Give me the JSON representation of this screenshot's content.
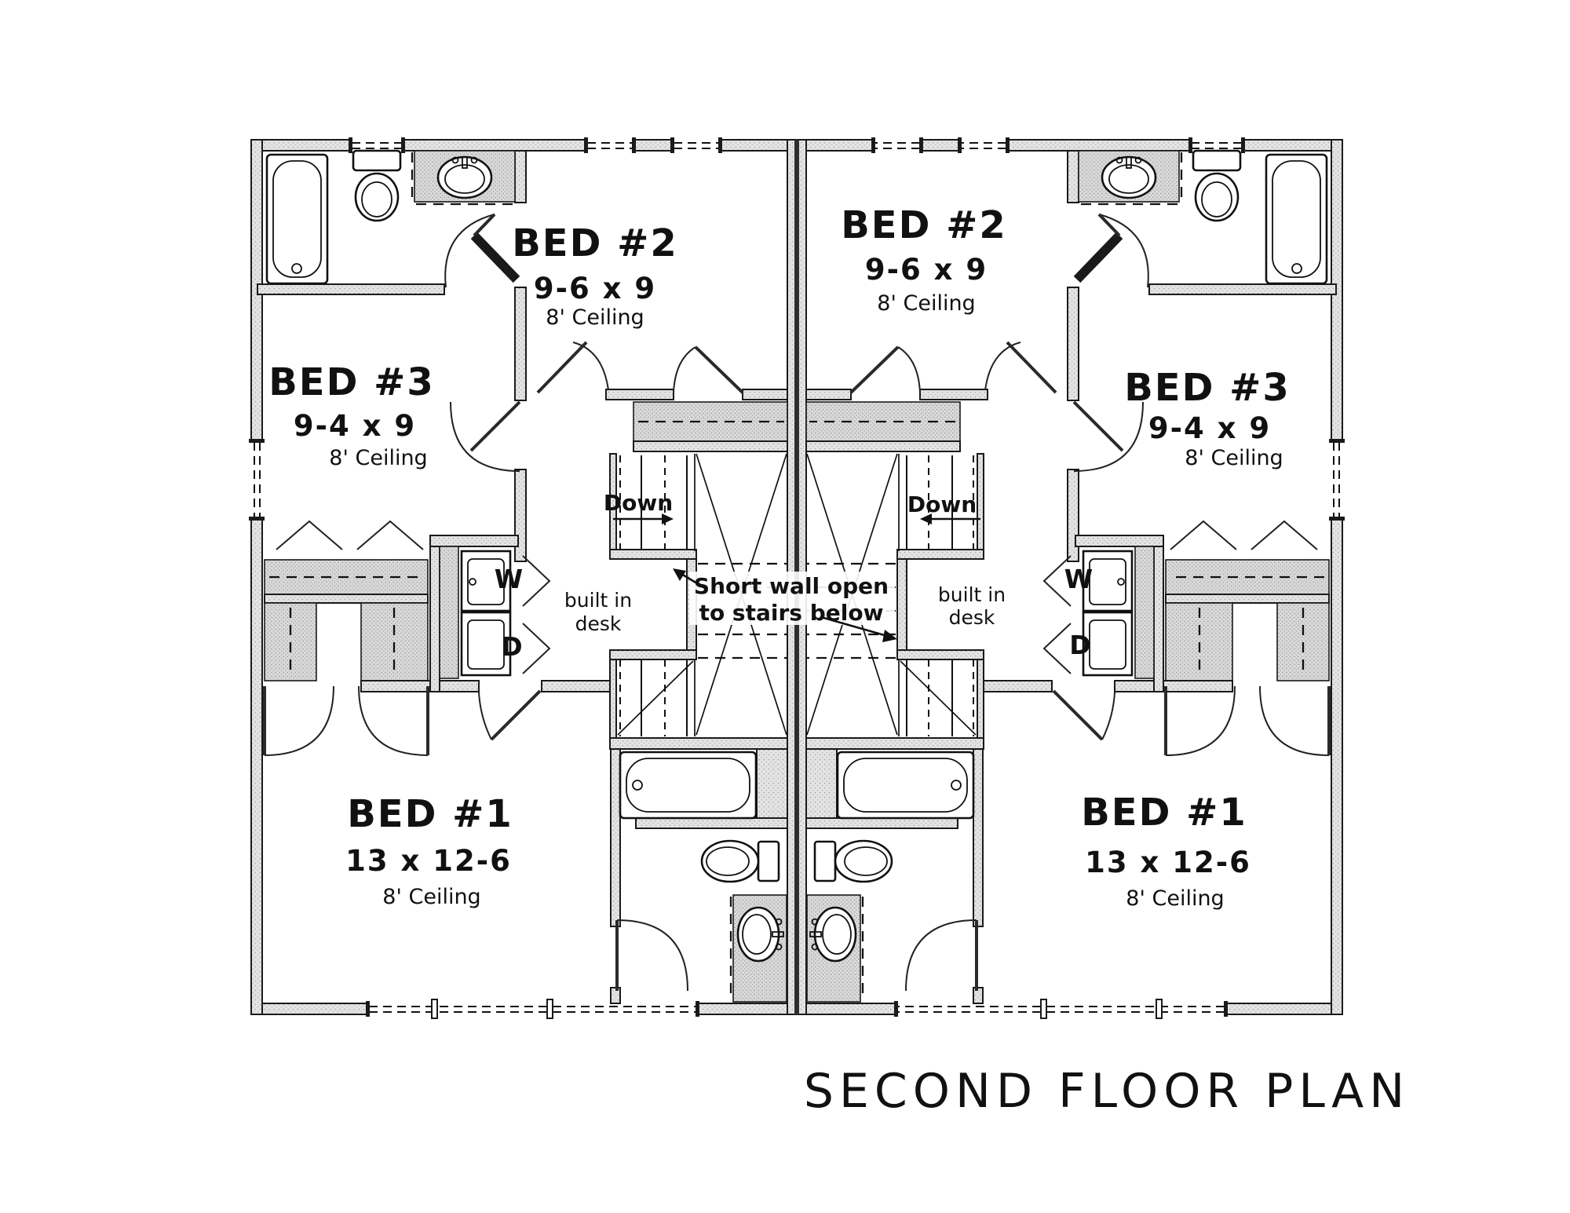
{
  "page": {
    "title": "SECOND FLOOR PLAN"
  },
  "annotation": {
    "line1": "Short wall open",
    "line2": "to stairs below"
  },
  "units": {
    "left": {
      "bed1": {
        "name": "BED #1",
        "dims": "13 x 12-6",
        "ceiling": "8' Ceiling"
      },
      "bed2": {
        "name": "BED #2",
        "dims": "9-6 x 9",
        "ceiling": "8' Ceiling"
      },
      "bed3": {
        "name": "BED #3",
        "dims": "9-4 x 9",
        "ceiling": "8' Ceiling"
      },
      "stairs": {
        "label": "Down"
      },
      "desk": {
        "line1": "built in",
        "line2": "desk"
      },
      "laundry": {
        "washer": "W",
        "dryer": "D"
      }
    },
    "right": {
      "bed1": {
        "name": "BED #1",
        "dims": "13 x 12-6",
        "ceiling": "8' Ceiling"
      },
      "bed2": {
        "name": "BED #2",
        "dims": "9-6 x 9",
        "ceiling": "8' Ceiling"
      },
      "bed3": {
        "name": "BED #3",
        "dims": "9-4 x 9",
        "ceiling": "8' Ceiling"
      },
      "stairs": {
        "label": "Down"
      },
      "desk": {
        "line1": "built in",
        "line2": "desk"
      },
      "laundry": {
        "washer": "W",
        "dryer": "D"
      }
    }
  },
  "colors": {
    "line": "#1a1a1a",
    "wall_fill": "#e3e3e3",
    "counter_fill": "#d6d6d6",
    "text": "#111111",
    "background": "#ffffff"
  }
}
